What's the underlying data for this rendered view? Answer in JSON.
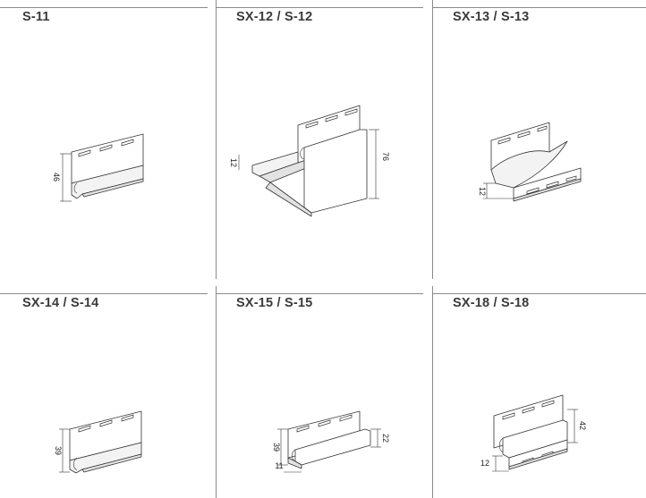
{
  "profiles": [
    {
      "title": "S-11",
      "dims": [
        "46"
      ]
    },
    {
      "title": "SX-12 / S-12",
      "dims": [
        "12",
        "76"
      ]
    },
    {
      "title": "SX-13 / S-13",
      "dims": [
        "12"
      ]
    },
    {
      "title": "SX-14 / S-14",
      "dims": [
        "39"
      ]
    },
    {
      "title": "SX-15 / S-15",
      "dims": [
        "39",
        "22",
        "11"
      ]
    },
    {
      "title": "SX-18 / S-18",
      "dims": [
        "42",
        "12"
      ]
    }
  ]
}
